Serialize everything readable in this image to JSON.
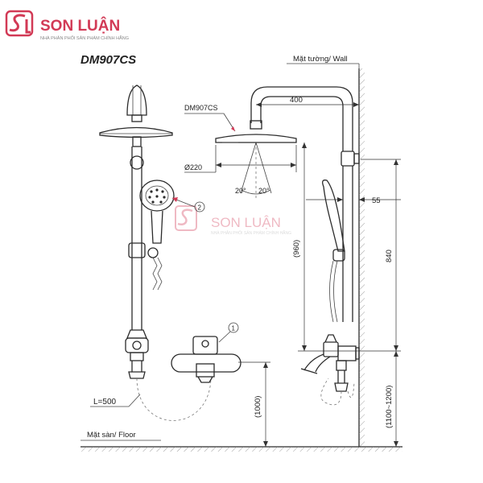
{
  "logo": {
    "brand": "SON LUẬN",
    "tagline": "NHÀ PHÂN PHỐI SẢN PHẨM CHÍNH HÃNG"
  },
  "watermark": {
    "brand": "SON LUẬN",
    "tagline": "NHÀ PHÂN PHỐI SẢN PHẨM CHÍNH HÃNG"
  },
  "model_title": "DM907CS",
  "labels": {
    "wall": "Mặt tường/ Wall",
    "floor": "Mặt sàn/ Floor",
    "head_model": "DM907CS",
    "hose_length": "L=500",
    "callout_1": "1",
    "callout_2": "2"
  },
  "dimensions": {
    "arm_width": "400",
    "head_diameter": "Ø220",
    "spray_angle_left": "20°",
    "spray_angle_right": "20°",
    "bracket_offset": "55",
    "head_height": "(960)",
    "column_height": "840",
    "faucet_height": "(1000)",
    "mount_range": "(1100~1200)"
  },
  "colors": {
    "brand": "#d23a56",
    "line": "#2b2b2b"
  }
}
